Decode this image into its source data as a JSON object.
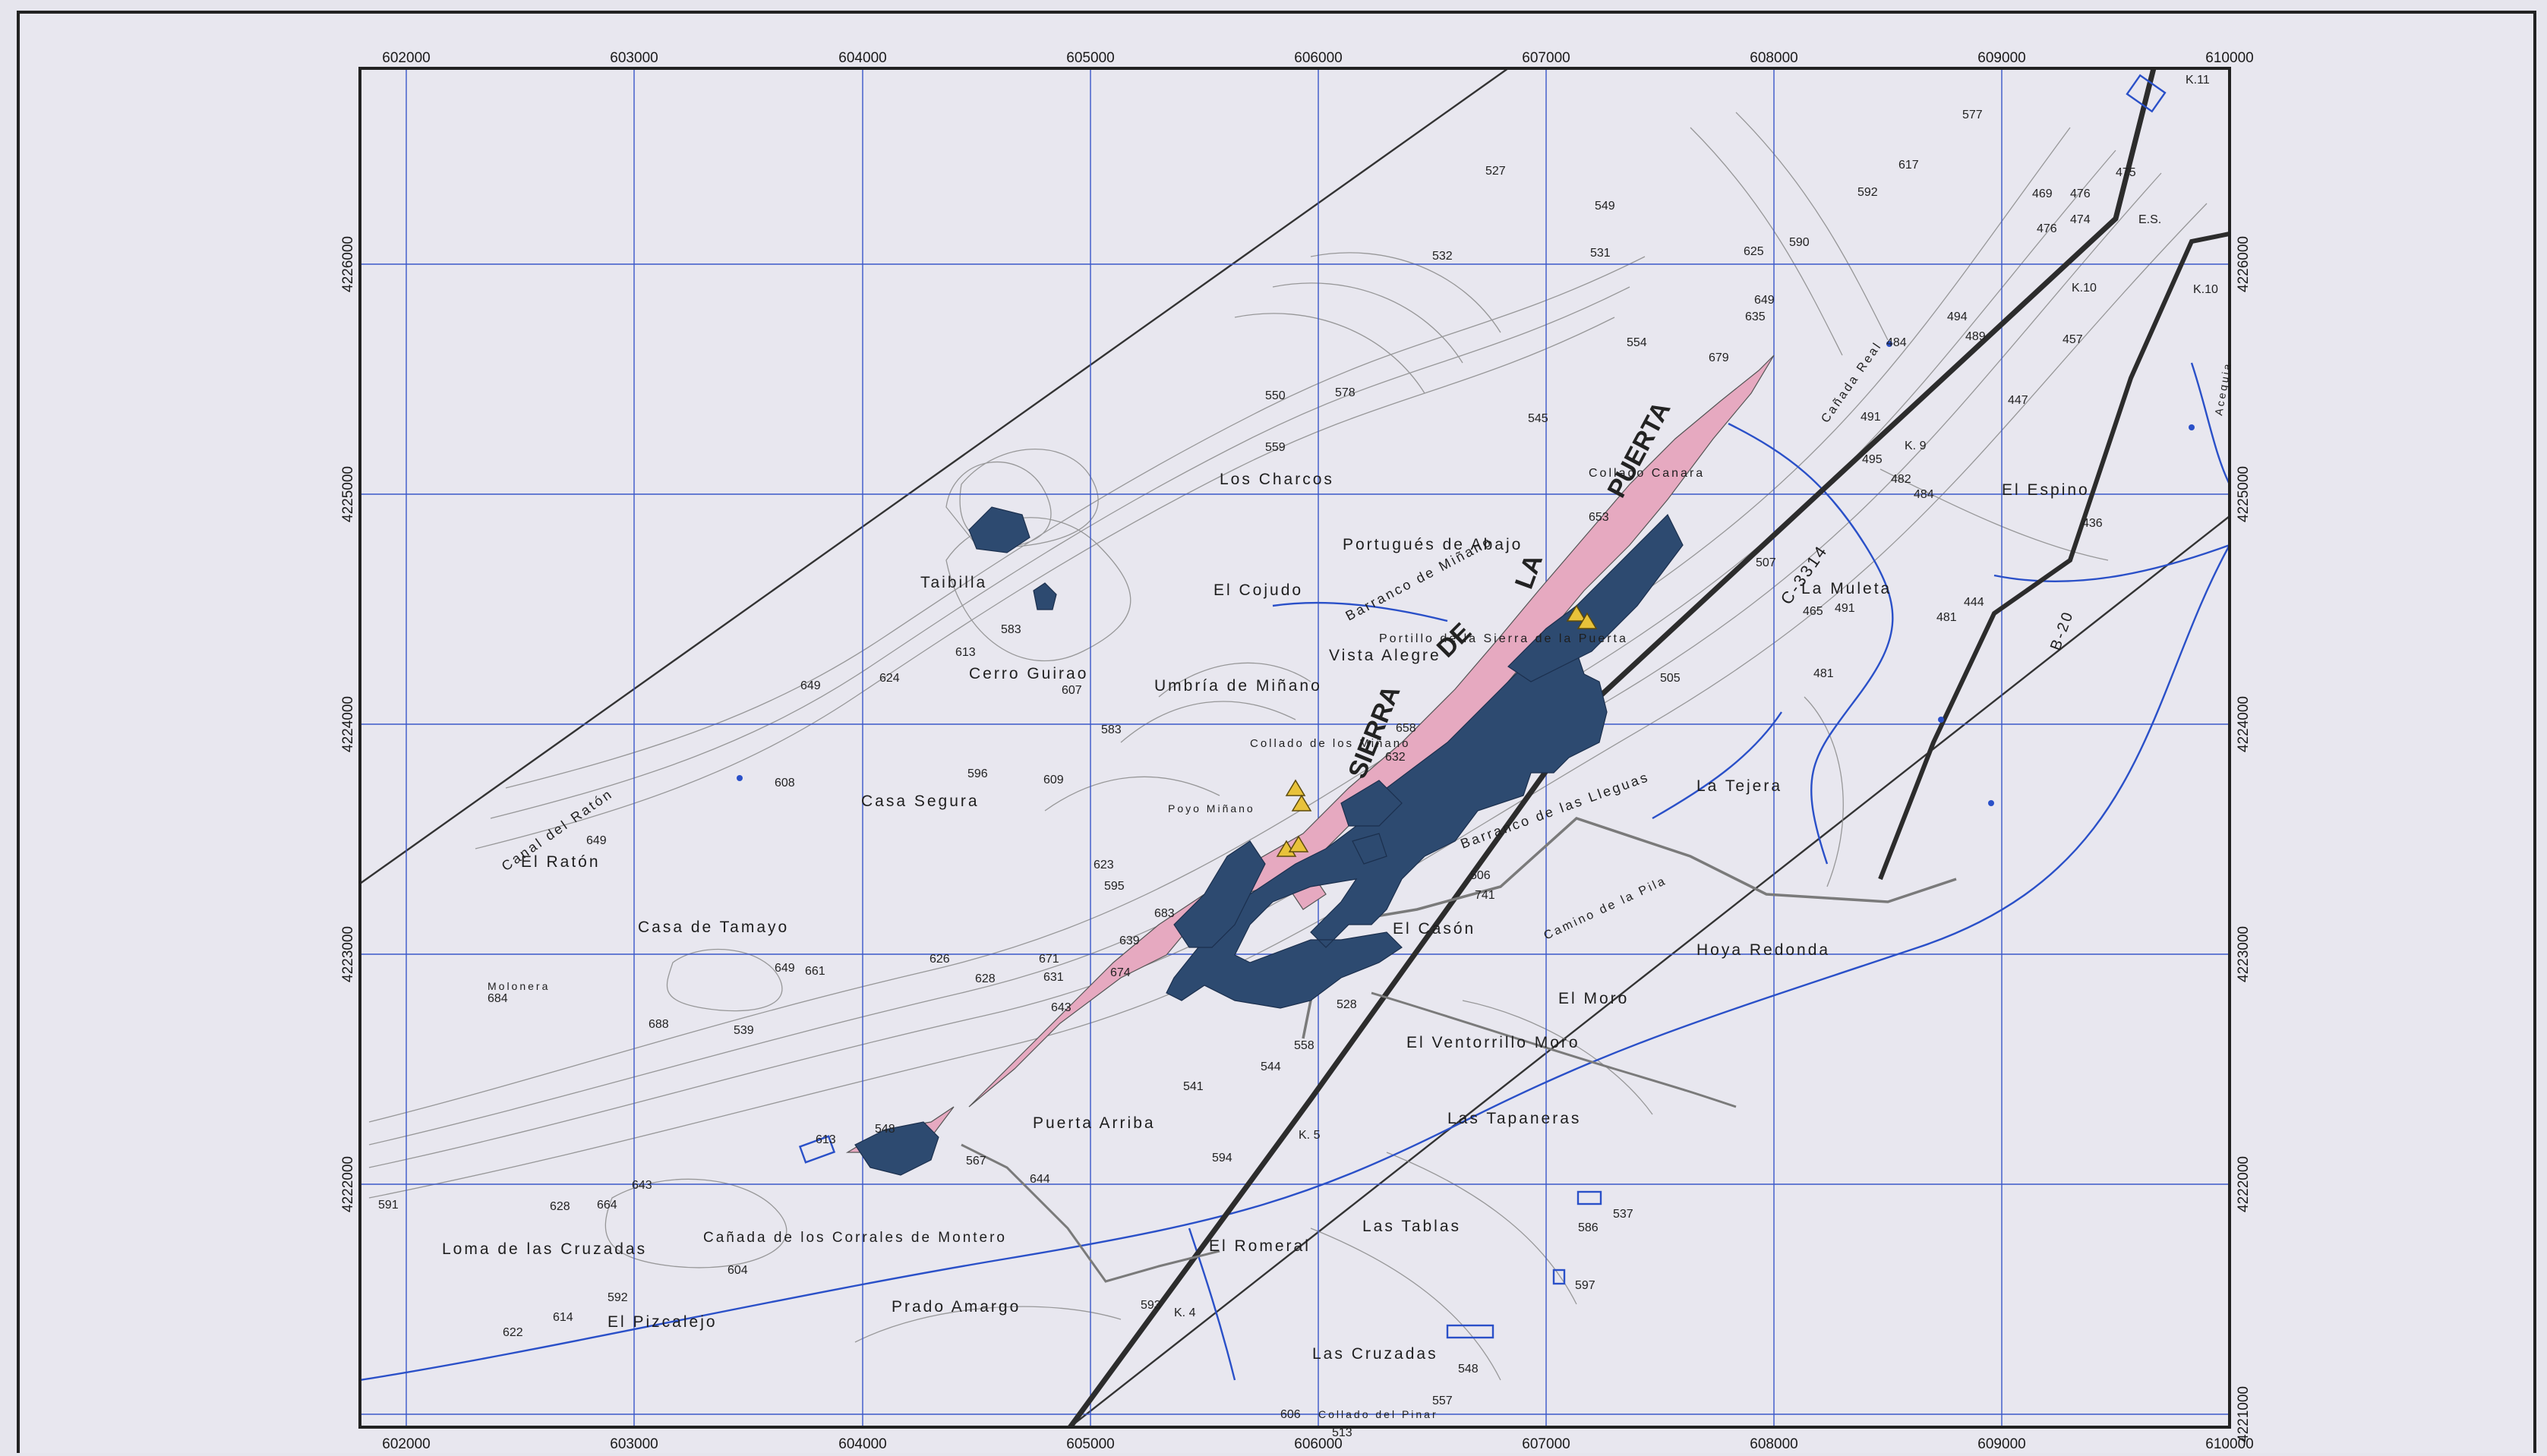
{
  "map": {
    "x_ticks": [
      "602000",
      "603000",
      "604000",
      "605000",
      "606000",
      "607000",
      "608000",
      "609000",
      "610000"
    ],
    "y_ticks": [
      "4226000",
      "4225000",
      "4224000",
      "4223000",
      "4222000",
      "4221000"
    ],
    "title_parts": [
      "SIERRA",
      "DE",
      "LA",
      "PUERTA"
    ],
    "road_label": "C-3314",
    "road_label_b": "B-20",
    "colors": {
      "deposit": "#2d4a70",
      "pink_zone": "#e6a9c0",
      "contour": "#8a8a8a",
      "grid": "#3b58c8",
      "river": "#2a50c8",
      "road": "#2c2c2c",
      "background": "#e8e7ef",
      "marker": "#e8c23a"
    },
    "place_names": [
      "Los Charcos",
      "Portugués de Abajo",
      "El Cojudo",
      "Taibilla",
      "Cerro Guirao",
      "Umbría de Miñano",
      "Vista Alegre",
      "Portillo de la Sierra de la Puerta",
      "Collado de los Miñano",
      "Poyo Miñano",
      "Casa Segura",
      "El Ratón",
      "Casa de Tamayo",
      "Molonera",
      "Puerta Arriba",
      "Loma de las Cruzadas",
      "Cañada de los Corrales de Montero",
      "El Pizcalejo",
      "Prado Amargo",
      "El Romeral",
      "Las Tablas",
      "Las Cruzadas",
      "Collado del Pinar",
      "Las Tapaneras",
      "El Ventorrillo Moro",
      "El Moro",
      "Hoya Redonda",
      "El Casón",
      "La Tejera",
      "La Muleta",
      "El Espino",
      "Collado Canara",
      "Camino de la Pila",
      "Barranco de las Lleguas",
      "Cañada Real",
      "Acequia",
      "Canal del Ratón",
      "Barranco de Miñano"
    ],
    "spot_heights": [
      "527",
      "549",
      "532",
      "531",
      "577",
      "617",
      "592",
      "475",
      "469",
      "476",
      "474",
      "476",
      "625",
      "590",
      "649",
      "635",
      "554",
      "679",
      "550",
      "578",
      "559",
      "545",
      "653",
      "494",
      "489",
      "484",
      "457",
      "447",
      "491",
      "495",
      "482",
      "484",
      "436",
      "444",
      "481",
      "465",
      "491",
      "481",
      "507",
      "505",
      "583",
      "613",
      "624",
      "649",
      "607",
      "583",
      "658",
      "632",
      "596",
      "609",
      "608",
      "649",
      "623",
      "595",
      "683",
      "639",
      "671",
      "631",
      "674",
      "643",
      "626",
      "628",
      "649",
      "661",
      "684",
      "688",
      "539",
      "528",
      "558",
      "544",
      "541",
      "594",
      "613",
      "548",
      "567",
      "644",
      "643",
      "628",
      "664",
      "591",
      "604",
      "592",
      "614",
      "622",
      "593",
      "586",
      "537",
      "597",
      "548",
      "557",
      "606",
      "513",
      "506",
      "741"
    ],
    "road_km": [
      "K.11",
      "K.10",
      "K.10",
      "K. 9",
      "K. 5",
      "K. 4",
      "E.S."
    ]
  }
}
